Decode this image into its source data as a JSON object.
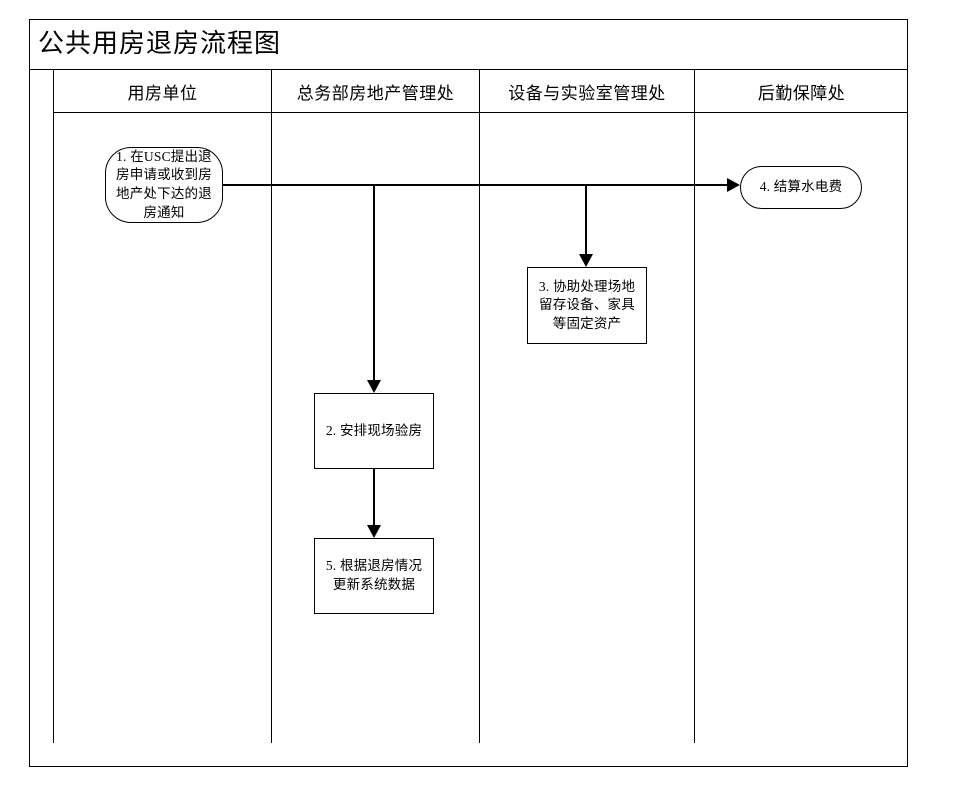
{
  "document": {
    "title": "公共用房退房流程图"
  },
  "lanes": [
    {
      "id": "lane-gutter",
      "label": ""
    },
    {
      "id": "lane-user-unit",
      "label": "用房单位"
    },
    {
      "id": "lane-realestate",
      "label": "总务部房地产管理处"
    },
    {
      "id": "lane-equipment-lab",
      "label": "设备与实验室管理处"
    },
    {
      "id": "lane-logistics",
      "label": "后勤保障处"
    }
  ],
  "nodes": [
    {
      "id": "node-1",
      "number": "1.",
      "shape": "rounded",
      "lane": "用房单位",
      "text": "1. 在USC提出退房申请或收到房地产处下达的退房通知"
    },
    {
      "id": "node-2",
      "number": "2.",
      "shape": "rectangle",
      "lane": "总务部房地产管理处",
      "text": "2. 安排现场验房"
    },
    {
      "id": "node-3",
      "number": "3.",
      "shape": "rectangle",
      "lane": "设备与实验室管理处",
      "text": "3. 协助处理场地留存设备、家具等固定资产"
    },
    {
      "id": "node-4",
      "number": "4.",
      "shape": "rounded",
      "lane": "后勤保障处",
      "text": "4. 结算水电费"
    },
    {
      "id": "node-5",
      "number": "5.",
      "shape": "rectangle",
      "lane": "总务部房地产管理处",
      "text": "5. 根据退房情况更新系统数据"
    }
  ],
  "connectors": [
    {
      "id": "conn-1-to-4",
      "from": "node-1",
      "to": "node-4",
      "arrow": "right"
    },
    {
      "id": "conn-1-to-2",
      "from": "node-1",
      "to": "node-2",
      "arrow": "down"
    },
    {
      "id": "conn-1-to-3",
      "from": "node-1",
      "to": "node-3",
      "arrow": "down"
    },
    {
      "id": "conn-2-to-5",
      "from": "node-2",
      "to": "node-5",
      "arrow": "down"
    }
  ],
  "colors": {
    "line": "#000000",
    "background": "#ffffff",
    "text": "#000000"
  }
}
